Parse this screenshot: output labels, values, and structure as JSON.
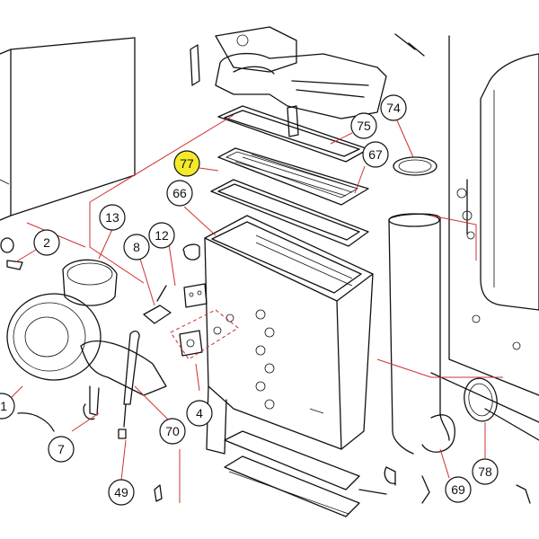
{
  "diagram": {
    "highlight_color": "#f5ea2a",
    "leader_color": "#d03030",
    "callouts": [
      {
        "id": "c77",
        "label": "77",
        "highlighted": true
      },
      {
        "id": "c75",
        "label": "75",
        "highlighted": false
      },
      {
        "id": "c74",
        "label": "74",
        "highlighted": false
      },
      {
        "id": "c67",
        "label": "67",
        "highlighted": false
      },
      {
        "id": "c66",
        "label": "66",
        "highlighted": false
      },
      {
        "id": "c13",
        "label": "13",
        "highlighted": false
      },
      {
        "id": "c12",
        "label": "12",
        "highlighted": false
      },
      {
        "id": "c8",
        "label": "8",
        "highlighted": false
      },
      {
        "id": "c2",
        "label": "2",
        "highlighted": false
      },
      {
        "id": "c1",
        "label": "1",
        "highlighted": false
      },
      {
        "id": "c4",
        "label": "4",
        "highlighted": false
      },
      {
        "id": "c70",
        "label": "70",
        "highlighted": false
      },
      {
        "id": "c7",
        "label": "7",
        "highlighted": false
      },
      {
        "id": "c49",
        "label": "49",
        "highlighted": false
      },
      {
        "id": "c69",
        "label": "69",
        "highlighted": false
      },
      {
        "id": "c78",
        "label": "78",
        "highlighted": false
      }
    ]
  }
}
